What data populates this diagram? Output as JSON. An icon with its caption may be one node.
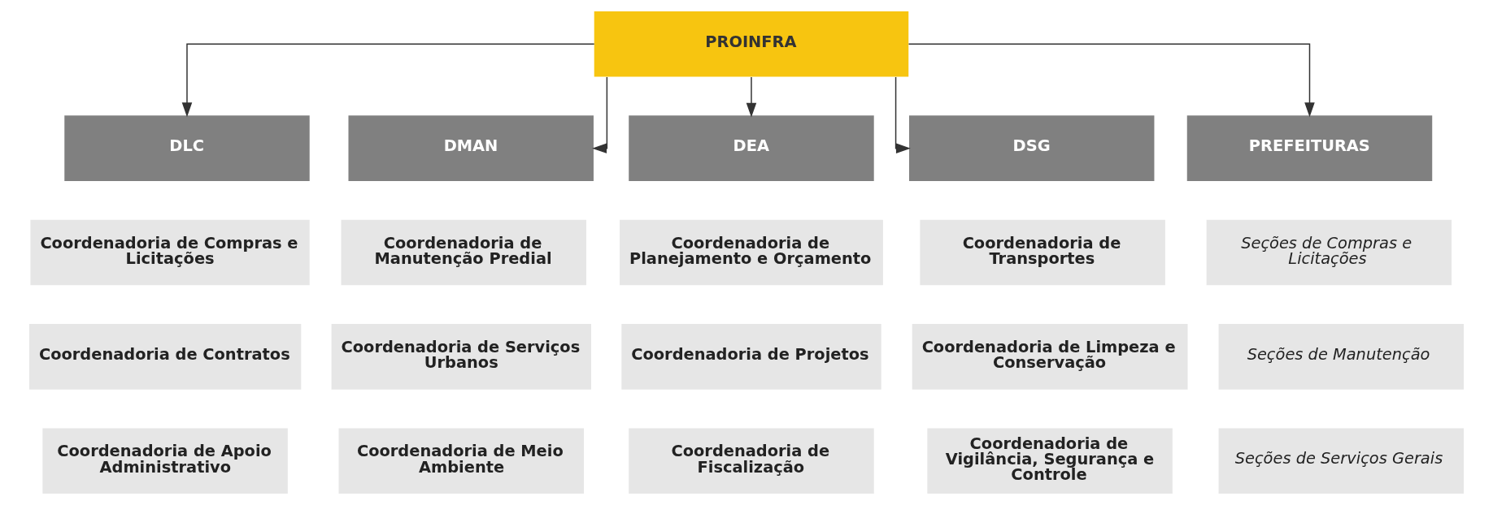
{
  "diagram": {
    "nodes": [
      {
        "text": [
          "PROINFRA"
        ]
      },
      {
        "text": [
          "DLC"
        ]
      },
      {
        "text": [
          "DMAN"
        ]
      },
      {
        "text": [
          "DEA"
        ]
      },
      {
        "text": [
          "DSG"
        ]
      },
      {
        "text": [
          "PREFEITURAS"
        ]
      },
      {
        "text": [
          "Coordenadoria de Compras e Licitações"
        ]
      },
      {
        "text": [
          "Coordenadoria de Manutenção Predial"
        ]
      },
      {
        "text": [
          "Coordenadoria de Planejamento e Orçamento"
        ]
      },
      {
        "text": [
          "Coordenadoria de Transportes"
        ]
      },
      {
        "text": [
          "Seções de Compras e Licitações"
        ]
      },
      {
        "text": [
          "Coordenadoria de Contratos"
        ]
      },
      {
        "text": [
          "Coordenadoria de Serviços Urbanos"
        ]
      },
      {
        "text": [
          "Coordenadoria de Projetos"
        ]
      },
      {
        "text": [
          "Coordenadoria de Limpeza e Conservação"
        ]
      },
      {
        "text": [
          "Seções de Manutenção"
        ]
      },
      {
        "text": [
          "Coordenadoria de Apoio Administrativo"
        ]
      },
      {
        "text": [
          "Coordenadoria de Meio Ambiente"
        ]
      },
      {
        "text": [
          "Coordenadoria de Fiscalização"
        ]
      },
      {
        "text": [
          "Coordenadoria de Vigilância, Segurança e Controle"
        ]
      },
      {
        "text": [
          "Seções de Serviços Gerais"
        ]
      }
    ],
    "edges": [
      {
        "from": 0,
        "to": 1,
        "arrow": "to"
      },
      {
        "from": 0,
        "to": 2,
        "arrow": "to"
      },
      {
        "from": 0,
        "to": 3,
        "arrow": "to"
      },
      {
        "from": 0,
        "to": 4,
        "arrow": "to"
      },
      {
        "from": 0,
        "to": 5,
        "arrow": "to"
      }
    ]
  }
}
